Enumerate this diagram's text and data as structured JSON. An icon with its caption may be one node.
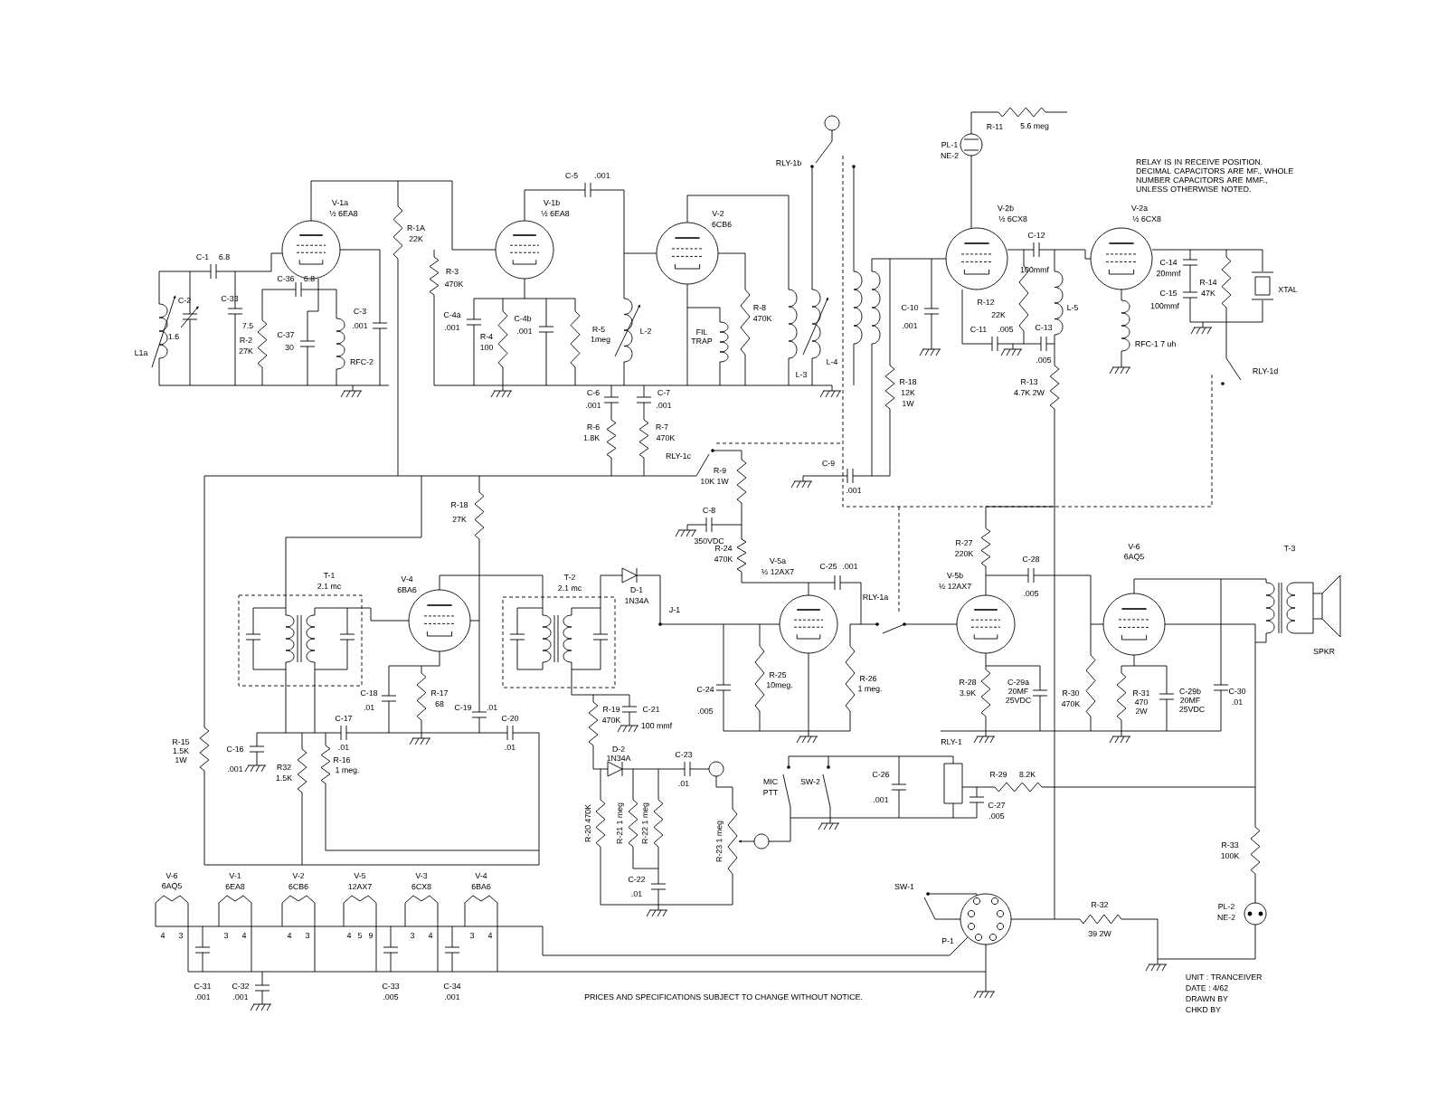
{
  "diagram": {
    "labels": [
      "R-11",
      "5.6 meg",
      "PL-1",
      "NE-2",
      "RLY-1b",
      "RELAY IS IN RECEIVE POSITION. DECIMAL CAPACITORS ARE MF., WHOLE NUMBER CAPACITORS ARE MMF., UNLESS OTHERWISE NOTED.",
      "V-1a",
      "½ 6EA8",
      "C-1",
      "6.8",
      "R-1A",
      "22K",
      "V-1b",
      "½ 6EA8",
      "C-5",
      ".001",
      "V-2",
      "6CB6",
      "V-2b",
      "½ 6CX8",
      "V-2a",
      "½ 6CX8",
      "C-12",
      "100mmf",
      "C-14",
      "20mmf",
      "R-14",
      "47K",
      "XTAL",
      "C-2",
      "1.6",
      "C-33",
      "7.5",
      "C-36",
      "6.8",
      "C-37",
      "30",
      "R-2",
      "27K",
      "C-3",
      ".001",
      "RFC-2",
      "L1a",
      "C-4a",
      ".001",
      "R-4",
      "100",
      "C-4b",
      ".001",
      "R-5",
      "1meg",
      "L-2",
      "FIL TRAP",
      "R-8",
      "470K",
      "L-3",
      "L-4",
      "C-10",
      ".001",
      "R-12",
      "22K",
      "C-11",
      ".005",
      "C-13",
      ".005",
      "L-5",
      "RFC-1 7 uh",
      "C-15",
      "100mmf",
      "C-6",
      ".001",
      "C-7",
      ".001",
      "R-18",
      "12K",
      "1W",
      "R-13",
      "4.7K 2W",
      "RLY-1d",
      "R-6",
      "1.8K",
      "R-7",
      "470K",
      "RLY-1c",
      "C-9",
      ".001",
      "R-9",
      "10K 1W",
      "C-8",
      "350VDC",
      "R-18",
      "27K",
      "R-27",
      "220K",
      "R-24",
      "470K",
      "V-6",
      "6AQ5",
      "T-3",
      "V-5a",
      "½ 12AX7",
      "C-25",
      ".001",
      "V-4",
      "6BA6",
      "V-5b",
      "½ 12AX7",
      "C-28",
      ".005",
      "T-1",
      "2.1 mc",
      "T-2",
      "2.1 mc",
      "D-1",
      "1N34A",
      "RLY-1a",
      "J-1",
      "SPKR",
      "R-25",
      "10meg.",
      "R-26",
      "1 meg.",
      "R-28",
      "3.9K",
      "C-29a",
      "20MF",
      "25VDC",
      "R-30",
      "470K",
      "R-31",
      "470",
      "2W",
      "C-29b",
      "20MF",
      "25VDC",
      "C-30",
      ".01",
      "C-18",
      ".01",
      "R-17",
      "68",
      "C-19",
      ".01",
      "R-19",
      "470K",
      "C-21",
      "100 mmf",
      "C-24",
      ".005",
      "C-17",
      ".01",
      "C-20",
      ".01",
      "R-15",
      "1.5K",
      "1W",
      "C-16",
      ".001",
      "R32",
      "1.5K",
      "R-16",
      "1 meg.",
      "RLY-1",
      "D-2",
      "1N34A",
      "C-26",
      ".001",
      "C-23",
      ".01",
      "MIC",
      "PTT",
      "SW-2",
      "R-29",
      "8.2K",
      "C-27",
      ".005",
      "R-20 470K",
      "R-21 1 meg",
      "R-22 1 meg",
      "R-23 1 meg",
      "R-33",
      "100K",
      "V-6",
      "6AQ5",
      "V-1",
      "6EA8",
      "V-2",
      "6CB6",
      "V-5",
      "12AX7",
      "V-3",
      "6CX8",
      "V-4",
      "6BA6",
      "C-22",
      ".01",
      "SW-1",
      "R-32",
      "39 2W",
      "PL-2",
      "NE-2",
      "P-1",
      "4",
      "3",
      "3",
      "4",
      "4",
      "3",
      "4",
      "5",
      "9",
      "3",
      "4",
      "3",
      "4",
      "C-31",
      ".001",
      "C-33",
      ".005",
      "C-34",
      ".001",
      "C-32",
      ".001",
      "PRICES AND SPECIFICATIONS SUBJECT TO CHANGE WITHOUT NOTICE.",
      "UNIT : TRANCEIVER",
      "DATE : 4/62",
      "DRAWN BY",
      "CHKD BY",
      "R-3",
      "470K"
    ]
  }
}
